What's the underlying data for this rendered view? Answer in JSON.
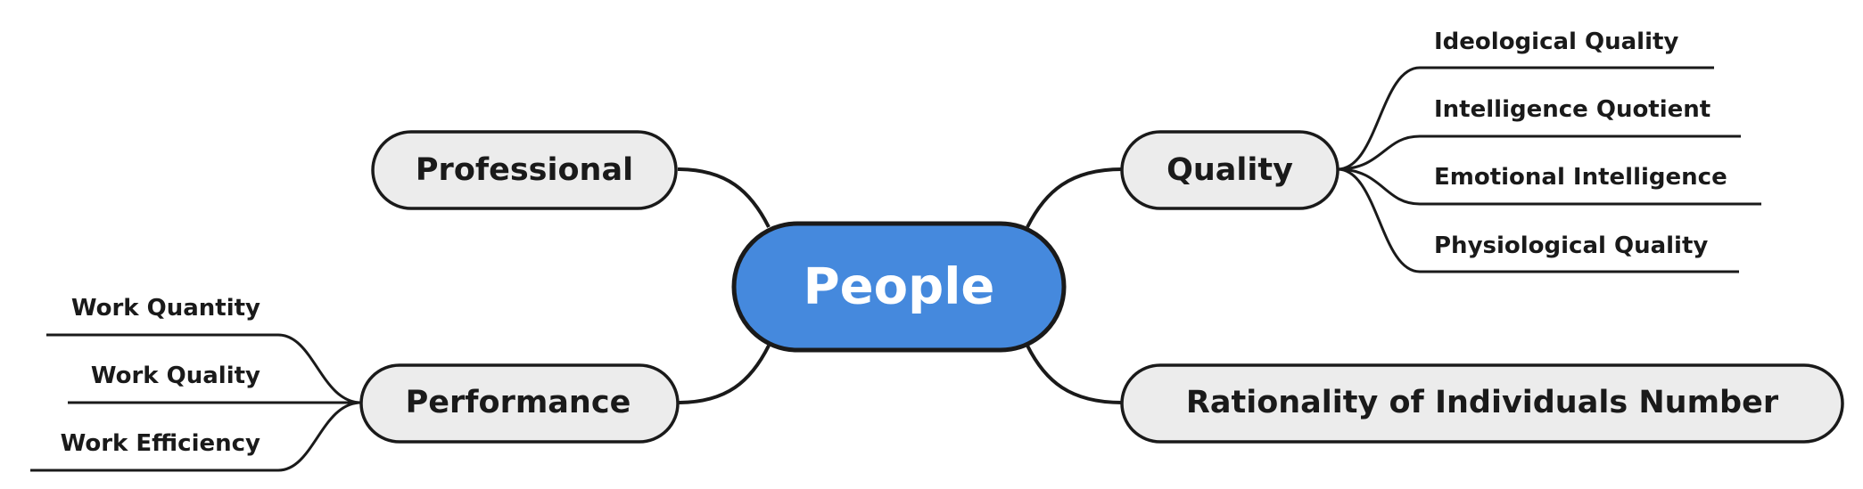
{
  "mindmap": {
    "center": {
      "label": "People"
    },
    "branches": [
      {
        "label": "Professional",
        "children": []
      },
      {
        "label": "Quality",
        "children": [
          {
            "label": "Ideological Quality"
          },
          {
            "label": "Intelligence Quotient"
          },
          {
            "label": "Emotional Intelligence"
          },
          {
            "label": "Physiological Quality"
          }
        ]
      },
      {
        "label": "Performance",
        "children": [
          {
            "label": "Work Quantity"
          },
          {
            "label": "Work Quality"
          },
          {
            "label": "Work Efficiency"
          }
        ]
      },
      {
        "label": "Rationality of Individuals Number",
        "children": []
      }
    ]
  },
  "colors": {
    "center_fill": "#4589dd",
    "center_text": "#ffffff",
    "topic_fill": "#ececec",
    "stroke": "#1a1a1a",
    "text": "#1a1a1a"
  }
}
